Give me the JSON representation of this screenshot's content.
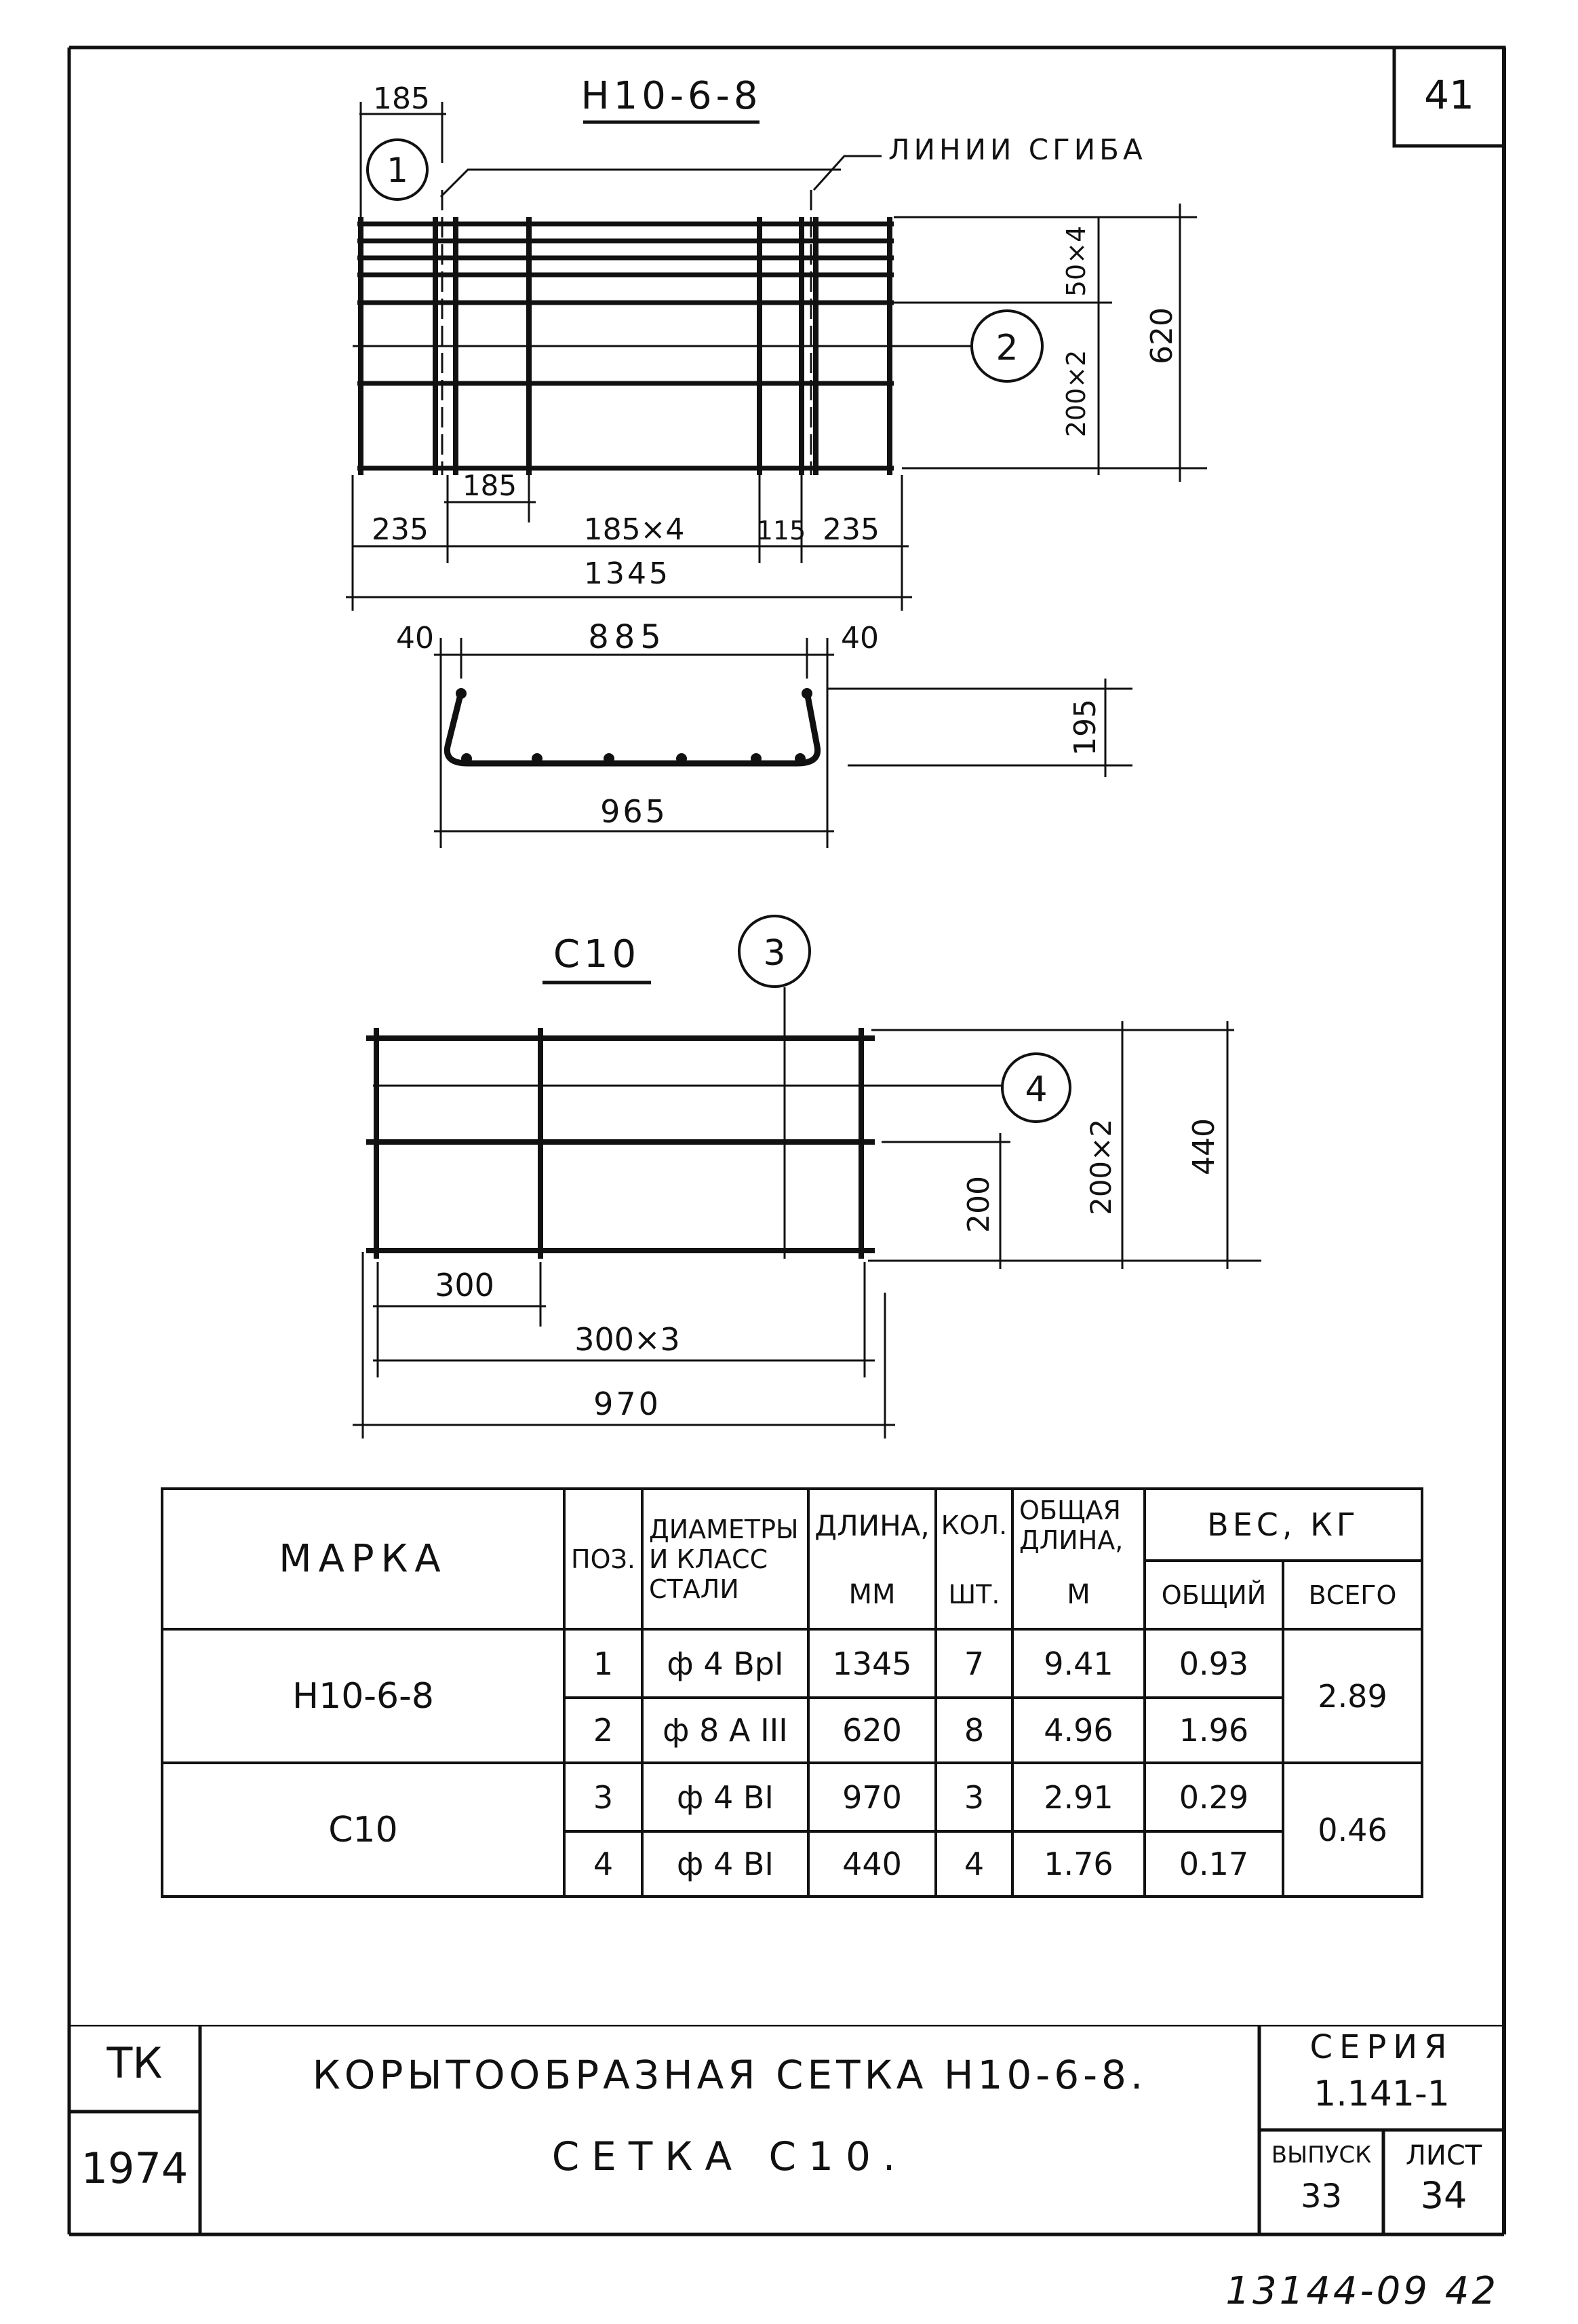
{
  "page_number": "41",
  "handwritten_stamp": "13144-09 42",
  "drawing1": {
    "title": "Н10-6-8",
    "bend_lines_label": "ЛИНИИ СГИБА",
    "pos_markers": [
      "1",
      "2"
    ],
    "dims": {
      "top_185": "185",
      "right_50x4": "50×4",
      "right_200x2": "200×2",
      "right_620": "620",
      "bottom_185": "185",
      "bottom_235_left": "235",
      "bottom_185x4": "185×4",
      "bottom_115": "115",
      "bottom_235_right": "235",
      "bottom_1345": "1345"
    }
  },
  "section": {
    "dims": {
      "left_40": "40",
      "mid_885": "885",
      "right_40": "40",
      "height_195": "195",
      "bottom_965": "965"
    }
  },
  "drawing2": {
    "title": "С10",
    "pos_markers": [
      "3",
      "4"
    ],
    "dims": {
      "bottom_300": "300",
      "bottom_300x3": "300×3",
      "bottom_970": "970",
      "right_200": "200",
      "right_200x2": "200×2",
      "right_440": "440"
    }
  },
  "spec_table": {
    "headers": {
      "mark": "МАРКА",
      "pos": "ПОЗ.",
      "diam": "ДИАМЕТРЫ И КЛАСС СТАЛИ",
      "length": "ДЛИНА,",
      "length_unit": "ММ",
      "qty": "КОЛ.",
      "qty_unit": "ШТ.",
      "total_len": "ОБЩАЯ ДЛИНА,",
      "total_len_unit": "М",
      "weight": "ВЕС, КГ",
      "weight_total": "ОБЩИЙ",
      "weight_all": "ВСЕГО"
    },
    "groups": [
      {
        "mark": "Н10-6-8",
        "total": "2.89",
        "rows": [
          {
            "pos": "1",
            "diam": "ф 4 ВрI",
            "length": "1345",
            "qty": "7",
            "total_len": "9.41",
            "weight": "0.93"
          },
          {
            "pos": "2",
            "diam": "ф 8 А III",
            "length": "620",
            "qty": "8",
            "total_len": "4.96",
            "weight": "1.96"
          }
        ]
      },
      {
        "mark": "С10",
        "total": "0.46",
        "rows": [
          {
            "pos": "3",
            "diam": "ф 4 ВI",
            "length": "970",
            "qty": "3",
            "total_len": "2.91",
            "weight": "0.29"
          },
          {
            "pos": "4",
            "diam": "ф 4 ВI",
            "length": "440",
            "qty": "4",
            "total_len": "1.76",
            "weight": "0.17"
          }
        ]
      }
    ]
  },
  "title_block": {
    "org": "ТК",
    "year": "1974",
    "title_line1": "КОРЫТООБРАЗНАЯ СЕТКА Н10-6-8.",
    "title_line2": "СЕТКА С10.",
    "series_label": "СЕРИЯ",
    "series_value": "1.141-1",
    "issue_label": "ВЫПУСК",
    "issue_value": "33",
    "sheet_label": "ЛИСТ",
    "sheet_value": "34"
  }
}
